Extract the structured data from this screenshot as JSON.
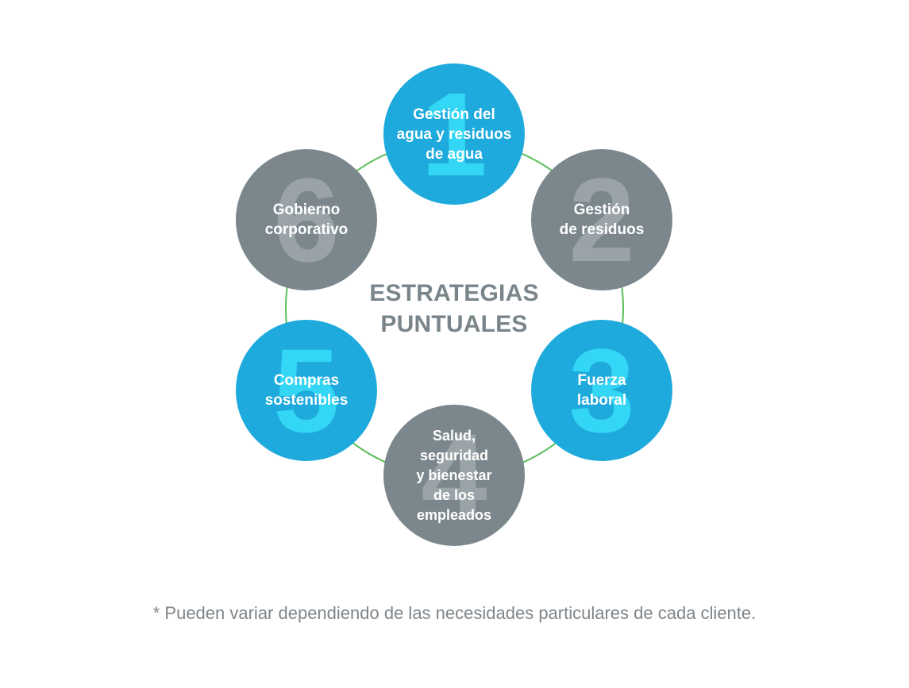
{
  "diagram": {
    "title_lines": [
      "ESTRATEGIAS",
      "PUNTUALES"
    ],
    "nodes": [
      {
        "number": "1",
        "lines": [
          "Gestión del",
          "agua y residuos",
          "de agua"
        ],
        "color": "blue"
      },
      {
        "number": "2",
        "lines": [
          "Gestión",
          "de residuos"
        ],
        "color": "gray"
      },
      {
        "number": "3",
        "lines": [
          "Fuerza",
          "laboral"
        ],
        "color": "blue"
      },
      {
        "number": "4",
        "lines": [
          "Salud,",
          "seguridad",
          "y bienestar",
          "de los",
          "empleados"
        ],
        "color": "gray"
      },
      {
        "number": "5",
        "lines": [
          "Compras",
          "sostenibles"
        ],
        "color": "blue"
      },
      {
        "number": "6",
        "lines": [
          "Gobierno",
          "corporativo"
        ],
        "color": "gray"
      }
    ],
    "colors": {
      "blue": "#1eaadc",
      "blue_number": "#33d6f4",
      "gray": "#7b878d",
      "gray_number": "#9aa3a8",
      "connector": "#5cbf5c",
      "title": "#7a858b"
    }
  },
  "footnote": "* Pueden variar dependiendo de las necesidades particulares de cada cliente."
}
